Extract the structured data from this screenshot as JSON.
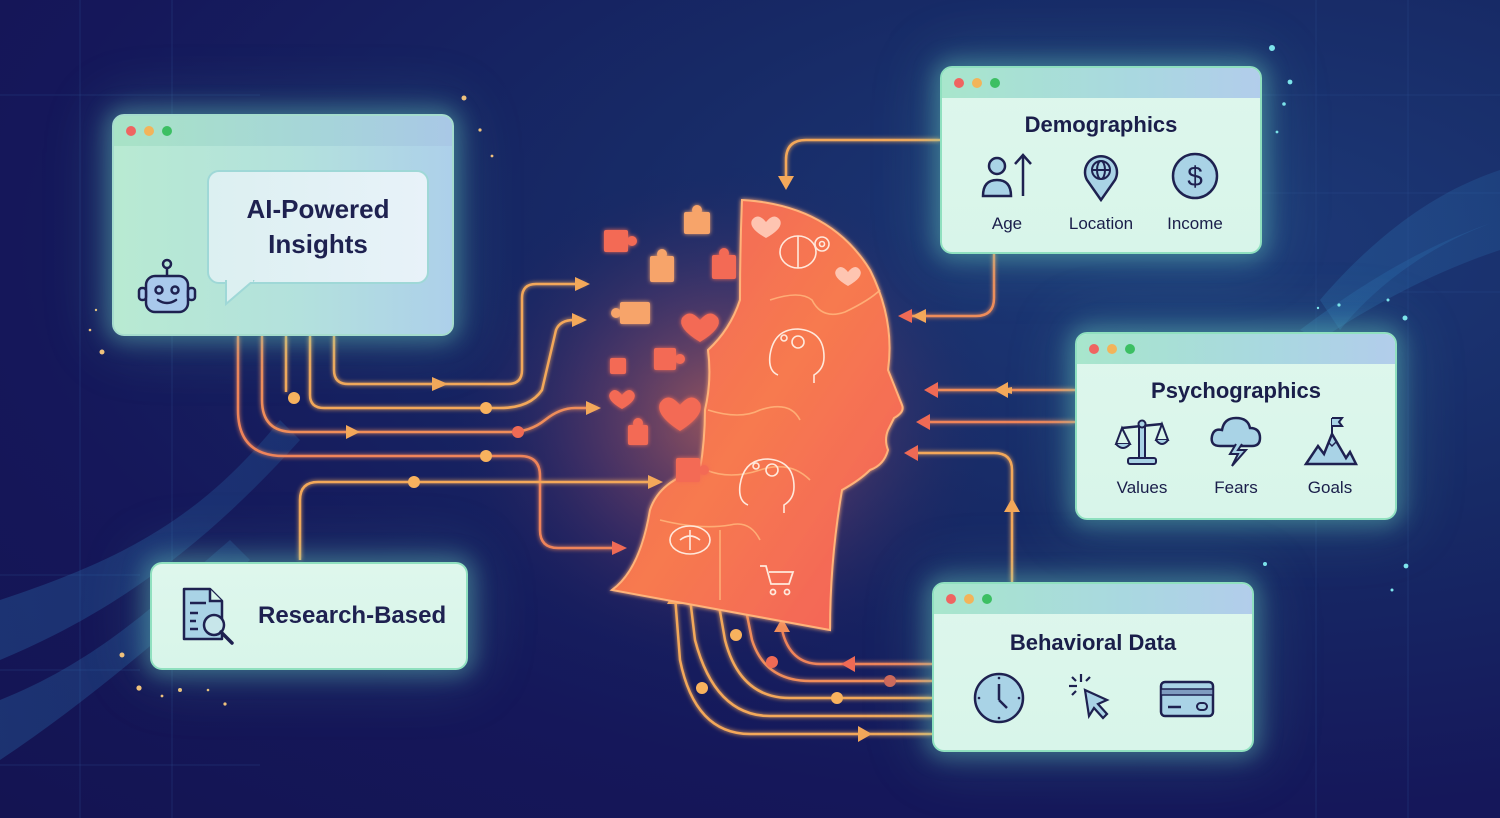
{
  "colors": {
    "background": "#15175a",
    "card_fill": "#d8f5ea",
    "card_border": "#8fe0bf",
    "head_fill": "#f36f4e",
    "connector_orange": "#f3a85a",
    "connector_red": "#ef6a55",
    "text_dark": "#1a1e4a",
    "dot_red": "#ef6461",
    "dot_yellow": "#f2b45a",
    "dot_green": "#3cbf63"
  },
  "ai_card": {
    "title": "AI-Powered Insights",
    "title_line1": "AI-Powered",
    "title_line2": "Insights",
    "icon": "robot-icon"
  },
  "research_card": {
    "label": "Research-Based",
    "icon": "document-search-icon"
  },
  "demographics_card": {
    "title": "Demographics",
    "items": [
      {
        "label": "Age",
        "icon": "person-arrow-up-icon"
      },
      {
        "label": "Location",
        "icon": "globe-pin-icon"
      },
      {
        "label": "Income",
        "icon": "dollar-coin-icon"
      }
    ]
  },
  "psychographics_card": {
    "title": "Psychographics",
    "items": [
      {
        "label": "Values",
        "icon": "balance-scale-icon"
      },
      {
        "label": "Fears",
        "icon": "storm-cloud-icon"
      },
      {
        "label": "Goals",
        "icon": "mountain-flag-icon"
      }
    ]
  },
  "behavioral_card": {
    "title": "Behavioral Data",
    "items": [
      {
        "label": "",
        "icon": "clock-icon"
      },
      {
        "label": "",
        "icon": "cursor-click-icon"
      },
      {
        "label": "",
        "icon": "credit-card-icon"
      }
    ]
  },
  "center": {
    "figure": "puzzle-head-profile",
    "inner_icons": [
      "brain-gear-icon",
      "head-gear-icon",
      "head-gear-icon",
      "brain-icon",
      "shopping-cart-icon",
      "heart-icon"
    ],
    "floating_pieces": [
      "puzzle-piece-icon",
      "heart-icon"
    ]
  }
}
